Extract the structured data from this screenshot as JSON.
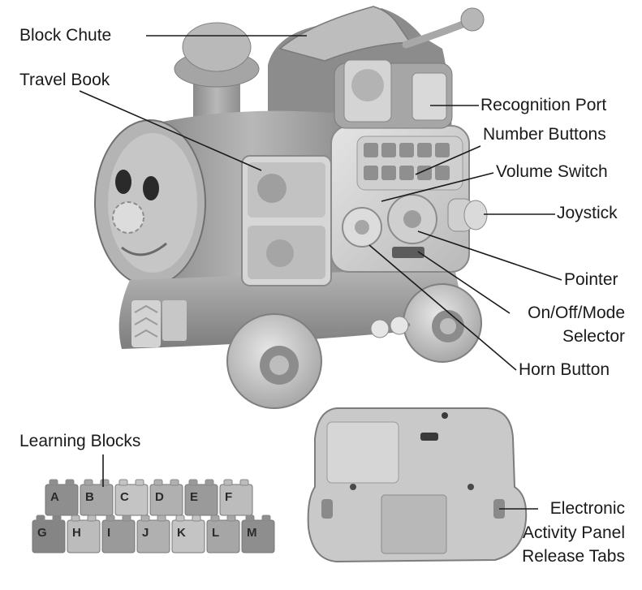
{
  "labels": {
    "block_chute": "Block Chute",
    "travel_book": "Travel Book",
    "recognition_port": "Recognition Port",
    "number_buttons": "Number Buttons",
    "volume_switch": "Volume Switch",
    "joystick": "Joystick",
    "pointer": "Pointer",
    "on_off_mode_line1": "On/Off/Mode",
    "on_off_mode_line2": "Selector",
    "horn_button": "Horn Button",
    "learning_blocks": "Learning Blocks",
    "release_tabs_line1": "Electronic",
    "release_tabs_line2": "Activity Panel",
    "release_tabs_line3": "Release Tabs"
  },
  "block_letters": {
    "top_row": [
      "A",
      "B",
      "C",
      "D",
      "E",
      "F"
    ],
    "bottom_row": [
      "G",
      "H",
      "I",
      "J",
      "K",
      "L",
      "M"
    ]
  },
  "colors": {
    "ink": "#1a1a1a",
    "toy_light": "#c8c8c8",
    "toy_mid": "#9a9a9a",
    "toy_dark": "#5e5e5e"
  }
}
